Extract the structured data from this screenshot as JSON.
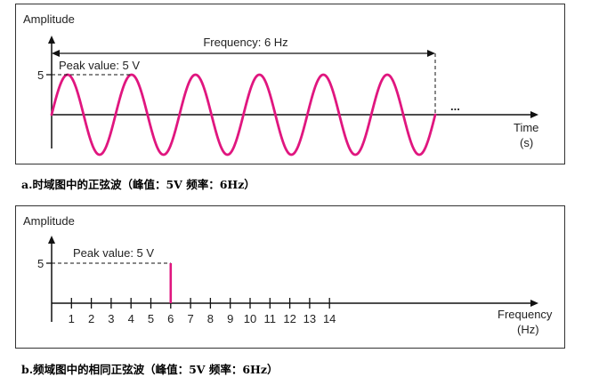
{
  "chart_data": [
    {
      "type": "line",
      "panel": "a",
      "ylabel": "Amplitude",
      "xlabel": "Time",
      "xunit": "(s)",
      "yticks": [
        5
      ],
      "ylim": [
        -5,
        5
      ],
      "series": [
        {
          "frequency_hz": 6,
          "amplitude": 5,
          "cycles_shown": 6,
          "color": "#e0167f"
        }
      ],
      "annotations": {
        "span_label": "Frequency: 6 Hz",
        "peak_label": "Peak value: 5 V",
        "continuation": "..."
      },
      "caption": "a.时域图中的正弦波（峰值：5V 频率：6Hz）"
    },
    {
      "type": "bar",
      "panel": "b",
      "ylabel": "Amplitude",
      "xlabel": "Frequency",
      "xunit": "(Hz)",
      "xticks": [
        1,
        2,
        3,
        4,
        5,
        6,
        7,
        8,
        9,
        10,
        11,
        12,
        13,
        14
      ],
      "yticks": [
        5
      ],
      "ylim": [
        0,
        5
      ],
      "bars": [
        {
          "x": 6,
          "value": 5,
          "color": "#e0167f"
        }
      ],
      "annotations": {
        "peak_label": "Peak value: 5 V"
      },
      "caption": "b.频域图中的相同正弦波（峰值：5V 频率：6Hz）"
    }
  ]
}
